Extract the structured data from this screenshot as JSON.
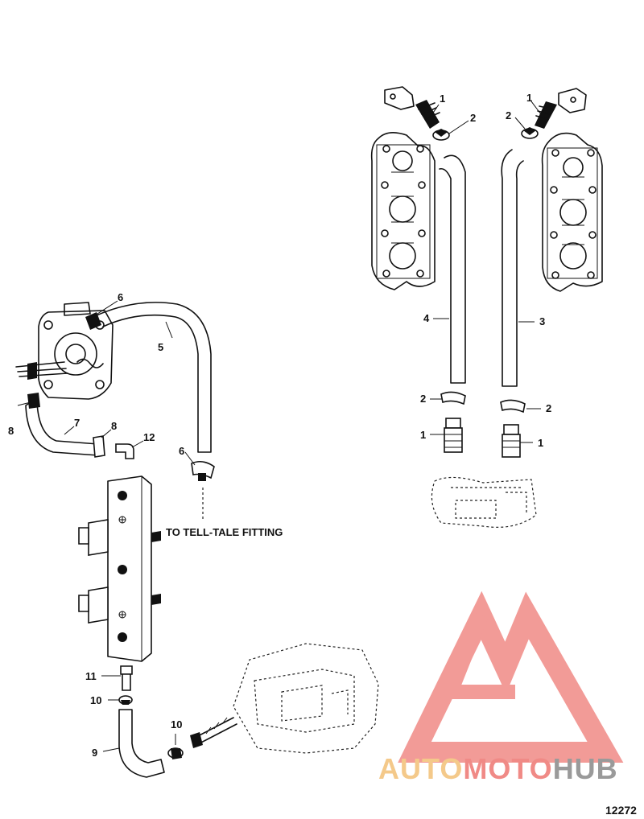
{
  "callouts": {
    "c1_tl": "1",
    "c2_tl": "2",
    "c1_tr": "1",
    "c2_tr": "2",
    "c4": "4",
    "c3": "3",
    "c2_bl": "2",
    "c2_br": "2",
    "c1_bl": "1",
    "c1_br": "1",
    "c6_top": "6",
    "c5": "5",
    "c8_left": "8",
    "c7": "7",
    "c8_mid": "8",
    "c12": "12",
    "c6_bot": "6",
    "c11": "11",
    "c10_left": "10",
    "c10_right": "10",
    "c9": "9"
  },
  "note": "TO TELL-TALE FITTING",
  "watermark": {
    "part1": "AUTO",
    "part2": "MOTO",
    "part3": "HUB"
  },
  "figure_number": "12272",
  "colors": {
    "ink": "#111111",
    "wm_yellow": "#f4c98a",
    "wm_red": "#f08a86",
    "wm_gray": "#9a9a9a"
  }
}
